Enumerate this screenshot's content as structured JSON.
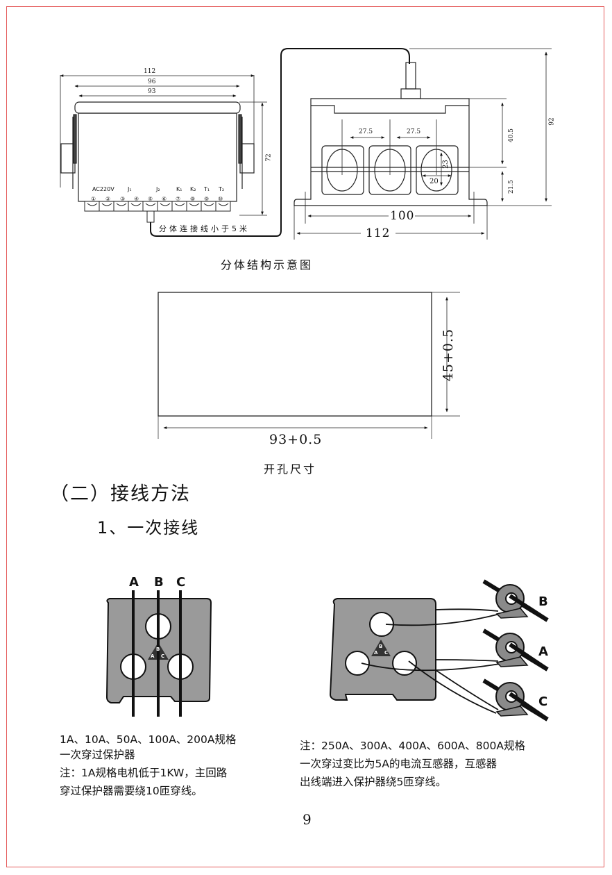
{
  "page": {
    "number": "9",
    "border_color": "#e45a5a"
  },
  "split_diagram": {
    "caption": "分体结构示意图",
    "controller": {
      "dimensions": {
        "overall_width": "112",
        "bezel_width": "96",
        "body_width": "93",
        "height": "72"
      },
      "terminal_labels": [
        "AC220V",
        "J₁",
        "J₂",
        "K₁",
        "K₂",
        "T₁",
        "T₂"
      ],
      "terminal_numbers": [
        "①",
        "②",
        "③",
        "④",
        "⑤",
        "⑥",
        "⑦",
        "⑧",
        "⑨",
        "⑩"
      ],
      "cable_note": "分体连接线小于5米"
    },
    "sensor": {
      "dimensions": {
        "hole_pitch_1": "27.5",
        "hole_pitch_2": "27.5",
        "hole_width": "20",
        "hole_height": "23",
        "upper_height": "40.5",
        "lower_height": "21.5",
        "total_height": "92",
        "mount_spacing": "100",
        "overall_width": "112"
      }
    }
  },
  "cutout_diagram": {
    "caption": "开孔尺寸",
    "width_label": "93+0.5",
    "height_label": "45+0.5"
  },
  "section": {
    "title": "（二）接线方法",
    "subtitle": "1、一次接线"
  },
  "wiring_left": {
    "phase_labels": [
      "A",
      "B",
      "C"
    ],
    "triangle_labels": [
      "B",
      "A",
      "C"
    ],
    "body_color": "#9a9a9a",
    "note_lines": [
      "1A、10A、50A、100A、200A规格",
      "一次穿过保护器",
      "注：1A规格电机低于1KW，主回路",
      "穿过保护器需要绕10匝穿线。"
    ]
  },
  "wiring_right": {
    "ct_labels": [
      "B",
      "A",
      "C"
    ],
    "triangle_labels": [
      "B",
      "A",
      "C"
    ],
    "body_color": "#9a9a9a",
    "note_lines": [
      "注：250A、300A、400A、600A、800A规格",
      "一次穿过变比为5A的电流互感器，互感器",
      "出线端进入保护器绕5匝穿线。"
    ]
  }
}
